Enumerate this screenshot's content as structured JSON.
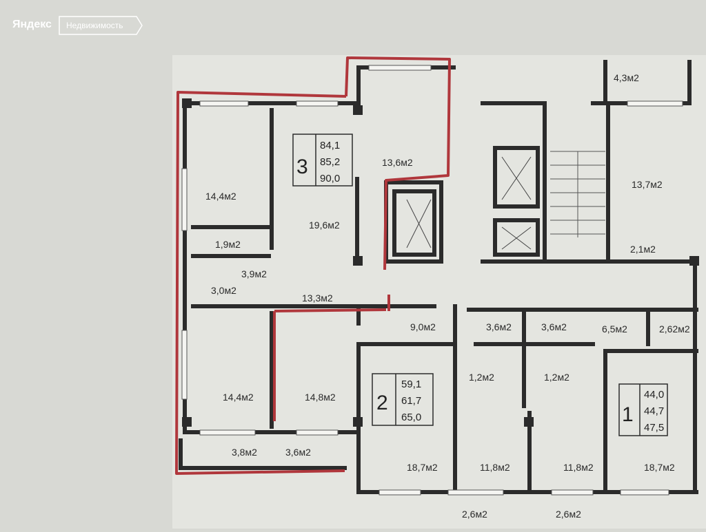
{
  "watermark": {
    "brand": "Яндекс",
    "service": "Недвижимость"
  },
  "apartments": [
    {
      "number": "3",
      "areas": [
        "84,1",
        "85,2",
        "90,0"
      ]
    },
    {
      "number": "2",
      "areas": [
        "59,1",
        "61,7",
        "65,0"
      ]
    },
    {
      "number": "1",
      "areas": [
        "44,0",
        "44,7",
        "47,5"
      ]
    }
  ],
  "rooms": [
    "14,4м2",
    "19,6м2",
    "13,6м2",
    "1,9м2",
    "3,9м2",
    "3,0м2",
    "13,3м2",
    "14,4м2",
    "14,8м2",
    "3,8м2",
    "3,6м2",
    "9,0м2",
    "3,6м2",
    "3,6м2",
    "1,2м2",
    "1,2м2",
    "18,7м2",
    "11,8м2",
    "11,8м2",
    "18,7м2",
    "2,6м2",
    "2,6м2",
    "4,3м2",
    "13,7м2",
    "2,1м2",
    "6,5м2",
    "2,62м2"
  ],
  "colors": {
    "paper": "#d8d9d4",
    "wall": "#2b2b2b",
    "outline": "#b0373c"
  }
}
